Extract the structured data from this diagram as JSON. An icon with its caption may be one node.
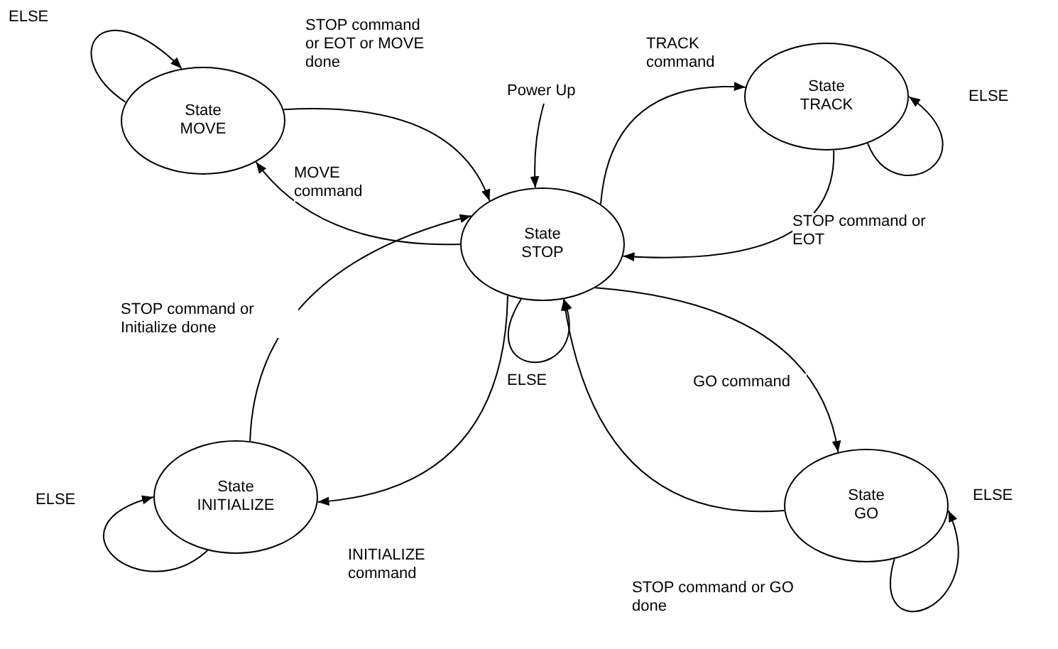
{
  "diagram": {
    "nodes": [
      {
        "text": [
          "State MOVE"
        ]
      },
      {
        "text": [
          "State TRACK"
        ]
      },
      {
        "text": [
          "State STOP"
        ]
      },
      {
        "text": [
          "State INITIALIZE"
        ]
      },
      {
        "text": [
          "State GO"
        ]
      },
      {
        "text": [
          "Power Up"
        ]
      }
    ],
    "edges": [
      {
        "from": 0,
        "to": 0,
        "arrow": "to",
        "label": "ELSE"
      },
      {
        "from": 0,
        "to": 2,
        "arrow": "to",
        "label": "STOP command or EOT or MOVE done"
      },
      {
        "from": 2,
        "to": 0,
        "arrow": "to",
        "label": "MOVE command"
      },
      {
        "from": 5,
        "to": 2,
        "arrow": "to"
      },
      {
        "from": 2,
        "to": 1,
        "arrow": "to",
        "label": "TRACK command"
      },
      {
        "from": 1,
        "to": 2,
        "arrow": "to",
        "label": "STOP command or EOT"
      },
      {
        "from": 1,
        "to": 1,
        "arrow": "to",
        "label": "ELSE"
      },
      {
        "from": 2,
        "to": 2,
        "arrow": "to",
        "label": "ELSE"
      },
      {
        "from": 3,
        "to": 2,
        "arrow": "to",
        "label": "STOP command or Initialize done"
      },
      {
        "from": 2,
        "to": 3,
        "arrow": "to",
        "label": "INITIALIZE command"
      },
      {
        "from": 3,
        "to": 3,
        "arrow": "to",
        "label": "ELSE"
      },
      {
        "from": 2,
        "to": 4,
        "arrow": "to",
        "label": "GO command"
      },
      {
        "from": 4,
        "to": 2,
        "arrow": "to",
        "label": "STOP command or GO done"
      },
      {
        "from": 4,
        "to": 4,
        "arrow": "to",
        "label": "ELSE"
      }
    ]
  }
}
